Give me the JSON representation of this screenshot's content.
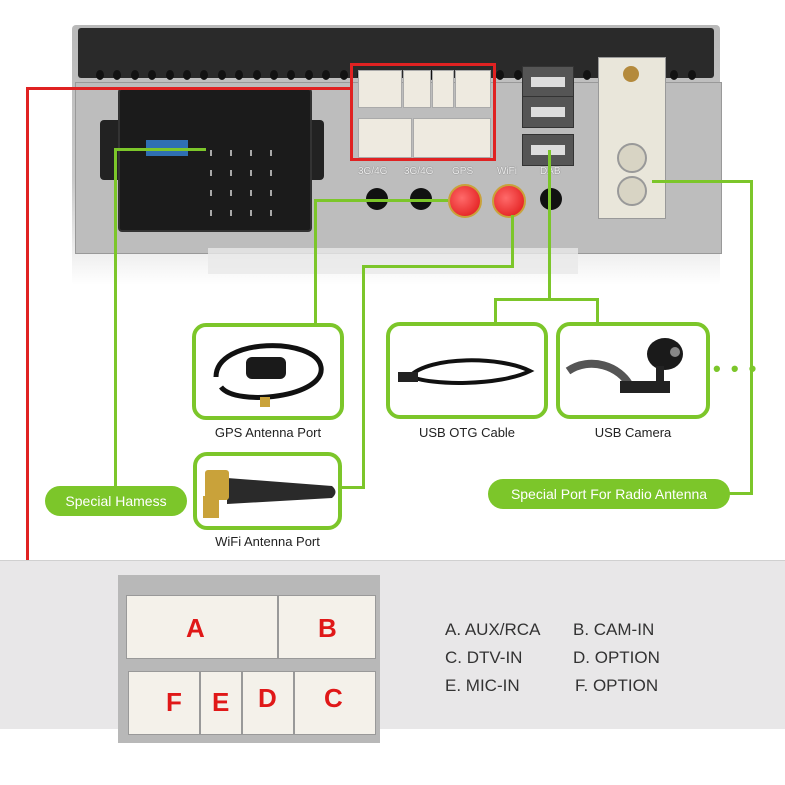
{
  "device": {
    "port_labels": [
      "3G/4G",
      "3G/4G",
      "GPS",
      "WiFi",
      "DAB"
    ]
  },
  "accessories": [
    {
      "name": "gps-antenna",
      "caption": "GPS Antenna Port"
    },
    {
      "name": "usb-otg-cable",
      "caption": "USB OTG Cable"
    },
    {
      "name": "usb-camera",
      "caption": "USB Camera"
    },
    {
      "name": "wifi-antenna",
      "caption": "WiFi Antenna Port"
    }
  ],
  "callouts": {
    "harness": "Special Hamess",
    "radio_antenna": "Special Port For Radio Antenna",
    "more": "• • •"
  },
  "connector_letters": [
    "A",
    "B",
    "F",
    "E",
    "D",
    "C"
  ],
  "legend": [
    [
      "A. AUX/RCA",
      "B. CAM-IN"
    ],
    [
      "C. DTV-IN",
      "D. OPTION"
    ],
    [
      "E. MIC-IN",
      "F. OPTION"
    ]
  ],
  "colors": {
    "accent_green": "#7cc62a",
    "accent_red": "#e02222"
  }
}
